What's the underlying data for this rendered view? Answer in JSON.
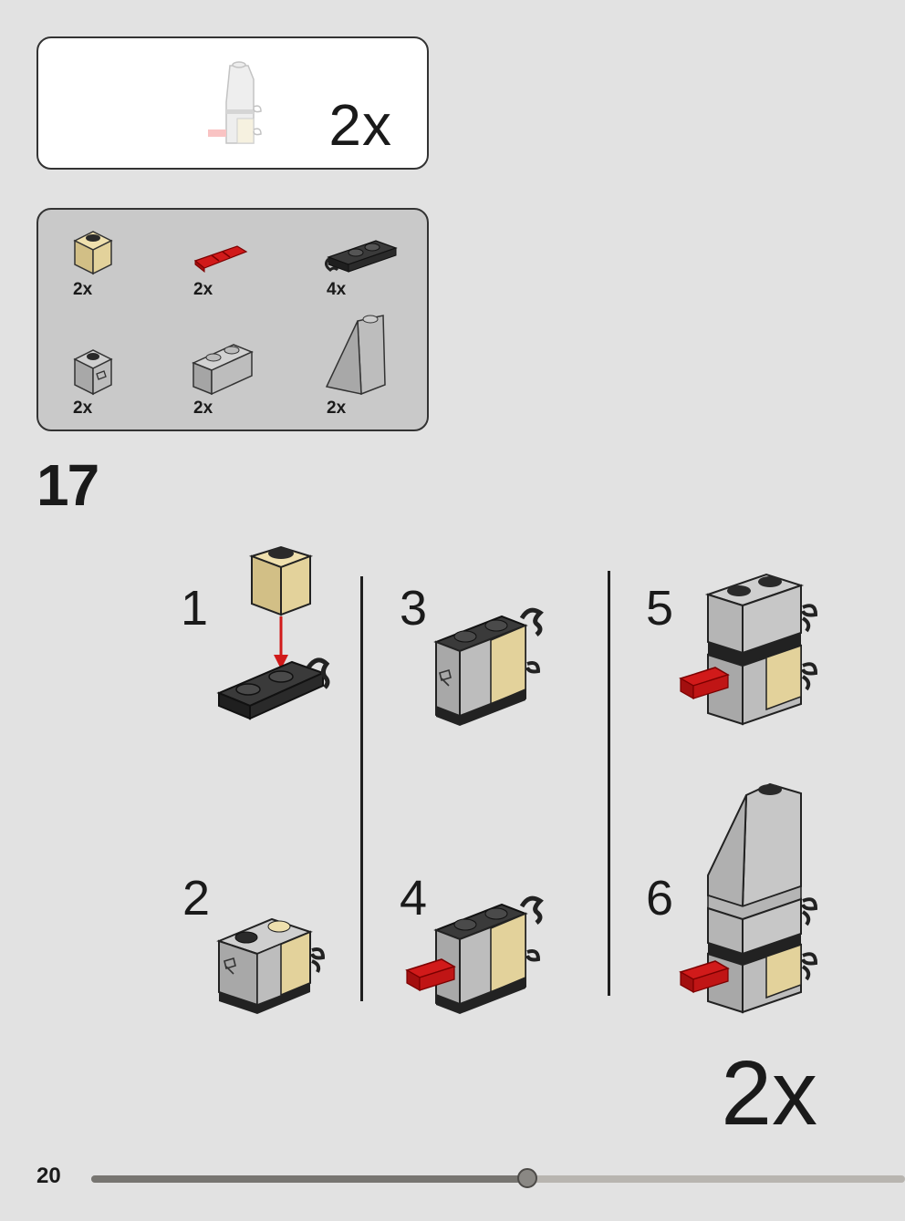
{
  "subassembly": {
    "quantity": "2x"
  },
  "parts": [
    {
      "name": "tan-1x1-brick",
      "quantity": "2x"
    },
    {
      "name": "red-bar-with-clip",
      "quantity": "2x"
    },
    {
      "name": "black-plate-with-clip",
      "quantity": "4x"
    },
    {
      "name": "gray-1x1-brick-with-side-stud",
      "quantity": "2x"
    },
    {
      "name": "gray-1x2-brick",
      "quantity": "2x"
    },
    {
      "name": "gray-slope-brick",
      "quantity": "2x"
    }
  ],
  "step": {
    "number": "17",
    "substeps": [
      "1",
      "2",
      "3",
      "4",
      "5",
      "6"
    ],
    "repeat_quantity": "2x"
  },
  "footer": {
    "page_number": "20",
    "progress_fraction": 0.536
  },
  "colors": {
    "tan": "#d9c78f",
    "red": "#d11a1a",
    "black": "#2a2a2a",
    "gray": "#b5b5b5",
    "background": "#e2e2e2"
  }
}
